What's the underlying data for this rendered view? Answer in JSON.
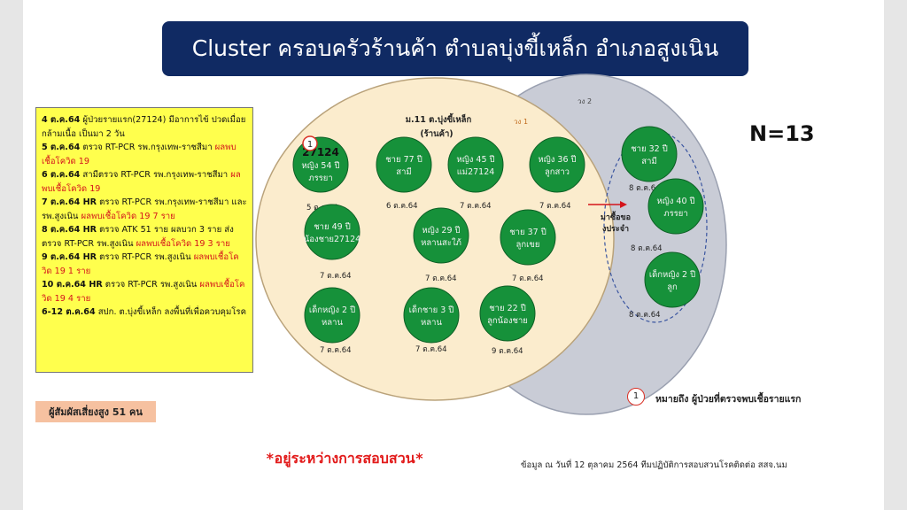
{
  "title": "Cluster ครอบครัวร้านค้า ตำบลบุ่งขี้เหล็ก อำเภอสูงเนิน",
  "total": "N=13",
  "ring1": {
    "label": "วง 1",
    "place": "ม.11 ต.บุ่งขี้เหล็ก",
    "place_sub": "(ร้านค้า)"
  },
  "ring2": {
    "label": "วง 2"
  },
  "transmission_note": "มาซื้อของประจำ",
  "timeline": [
    {
      "date": "4 ต.ค.64",
      "text": " ผู้ป่วยรายแรก(27124) มีอาการไข้ ปวดเมื่อยกล้ามเนื้อ เป็นมา 2 วัน",
      "highlight": ""
    },
    {
      "date": "5 ต.ค.64",
      "text": " ตรวจ RT-PCR รพ.กรุงเทพ-ราชสีมา ",
      "highlight": "ผลพบเชื้อโควิด 19"
    },
    {
      "date": "6 ต.ค.64",
      "text": " สามีตรวจ RT-PCR รพ.กรุงเทพ-ราชสีมา ",
      "highlight": "ผลพบเชื้อโควิด 19"
    },
    {
      "date": "7 ต.ค.64 HR",
      "text": " ตรวจ RT-PCR รพ.กรุงเทพ-ราชสีมา และ รพ.สูงเนิน ",
      "highlight": "ผลพบเชื้อโควิด 19 7 ราย"
    },
    {
      "date": "8 ต.ค.64 HR",
      "text": " ตรวจ ATK 51 ราย ผลบวก 3 ราย ส่งตรวจ RT-PCR รพ.สูงเนิน ",
      "highlight": "ผลพบเชื้อโควิด 19 3 ราย"
    },
    {
      "date": "9 ต.ค.64 HR",
      "text": " ตรวจ RT-PCR รพ.สูงเนิน ",
      "highlight": "ผลพบเชื้อโควิด 19 1 ราย"
    },
    {
      "date": "10 ต.ค.64 HR",
      "text": " ตรวจ RT-PCR รพ.สูงเนิน ",
      "highlight": "ผลพบเชื้อโควิด 19 4 ราย"
    },
    {
      "date": "6-12 ต.ค.64",
      "text": " สปก. ต.บุ่งขี้เหล็ก ลงพื้นที่เพื่อควบคุมโรค",
      "highlight": ""
    }
  ],
  "high_risk_contacts": "ผู้สัมผัสเสี่ยงสูง 51 คน",
  "status_note": "*อยู่ระหว่างการสอบสวน*",
  "source_note": "ข้อมูล ณ วันที่ 12 ตุลาคม 2564 ทีมปฏิบัติการสอบสวนโรคติดต่อ สสจ.นม",
  "legend": {
    "marker": "1",
    "text": "หมายถึง ผู้ป่วยที่ตรวจพบเชื้อรายแรก"
  },
  "index_marker": "1",
  "cases": [
    {
      "line1": "27124",
      "line2": "หญิง 54 ปี",
      "line3": "ภรรยา",
      "date": "5 ต.ค.64"
    },
    {
      "line1": "ชาย 77 ปี",
      "line2": "สามี",
      "line3": "",
      "date": "6 ต.ค.64"
    },
    {
      "line1": "หญิง 45 ปี",
      "line2": "แม่27124",
      "line3": "",
      "date": "7 ต.ค.64"
    },
    {
      "line1": "หญิง 36 ปี",
      "line2": "ลูกสาว",
      "line3": "",
      "date": "7 ต.ค.64"
    },
    {
      "line1": "ชาย 49 ปี",
      "line2": "น้องชาย27124",
      "line3": "",
      "date": "7 ต.ค.64"
    },
    {
      "line1": "หญิง 29 ปี",
      "line2": "หลานสะใภ้",
      "line3": "",
      "date": "7 ต.ค.64"
    },
    {
      "line1": "ชาย 37 ปี",
      "line2": "ลูกเขย",
      "line3": "",
      "date": "7 ต.ค.64"
    },
    {
      "line1": "เด็กหญิง 2 ปี",
      "line2": "หลาน",
      "line3": "",
      "date": "7 ต.ค.64"
    },
    {
      "line1": "เด็กชาย 3 ปี",
      "line2": "หลาน",
      "line3": "",
      "date": "7 ต.ค.64"
    },
    {
      "line1": "ชาย 22 ปี",
      "line2": "ลูกน้องชาย",
      "line3": "",
      "date": "9 ต.ค.64"
    },
    {
      "line1": "ชาย 32 ปี",
      "line2": "สามี",
      "line3": "",
      "date": "8 ต.ค.64"
    },
    {
      "line1": "หญิง 40 ปี",
      "line2": "ภรรยา",
      "line3": "",
      "date": "8 ต.ค.64"
    },
    {
      "line1": "เด็กหญิง 2 ปี",
      "line2": "ลูก",
      "line3": "",
      "date": "8 ต.ค.64"
    }
  ],
  "colors": {
    "title_bg": "#102a63",
    "ring1_fill": "#fbeccd",
    "ring2_fill": "#c9ccd6",
    "case_fill": "#16913a",
    "timeline_bg": "#ffff4d",
    "highlight": "#d4141b",
    "contacts_bg": "#f6c1a0"
  }
}
